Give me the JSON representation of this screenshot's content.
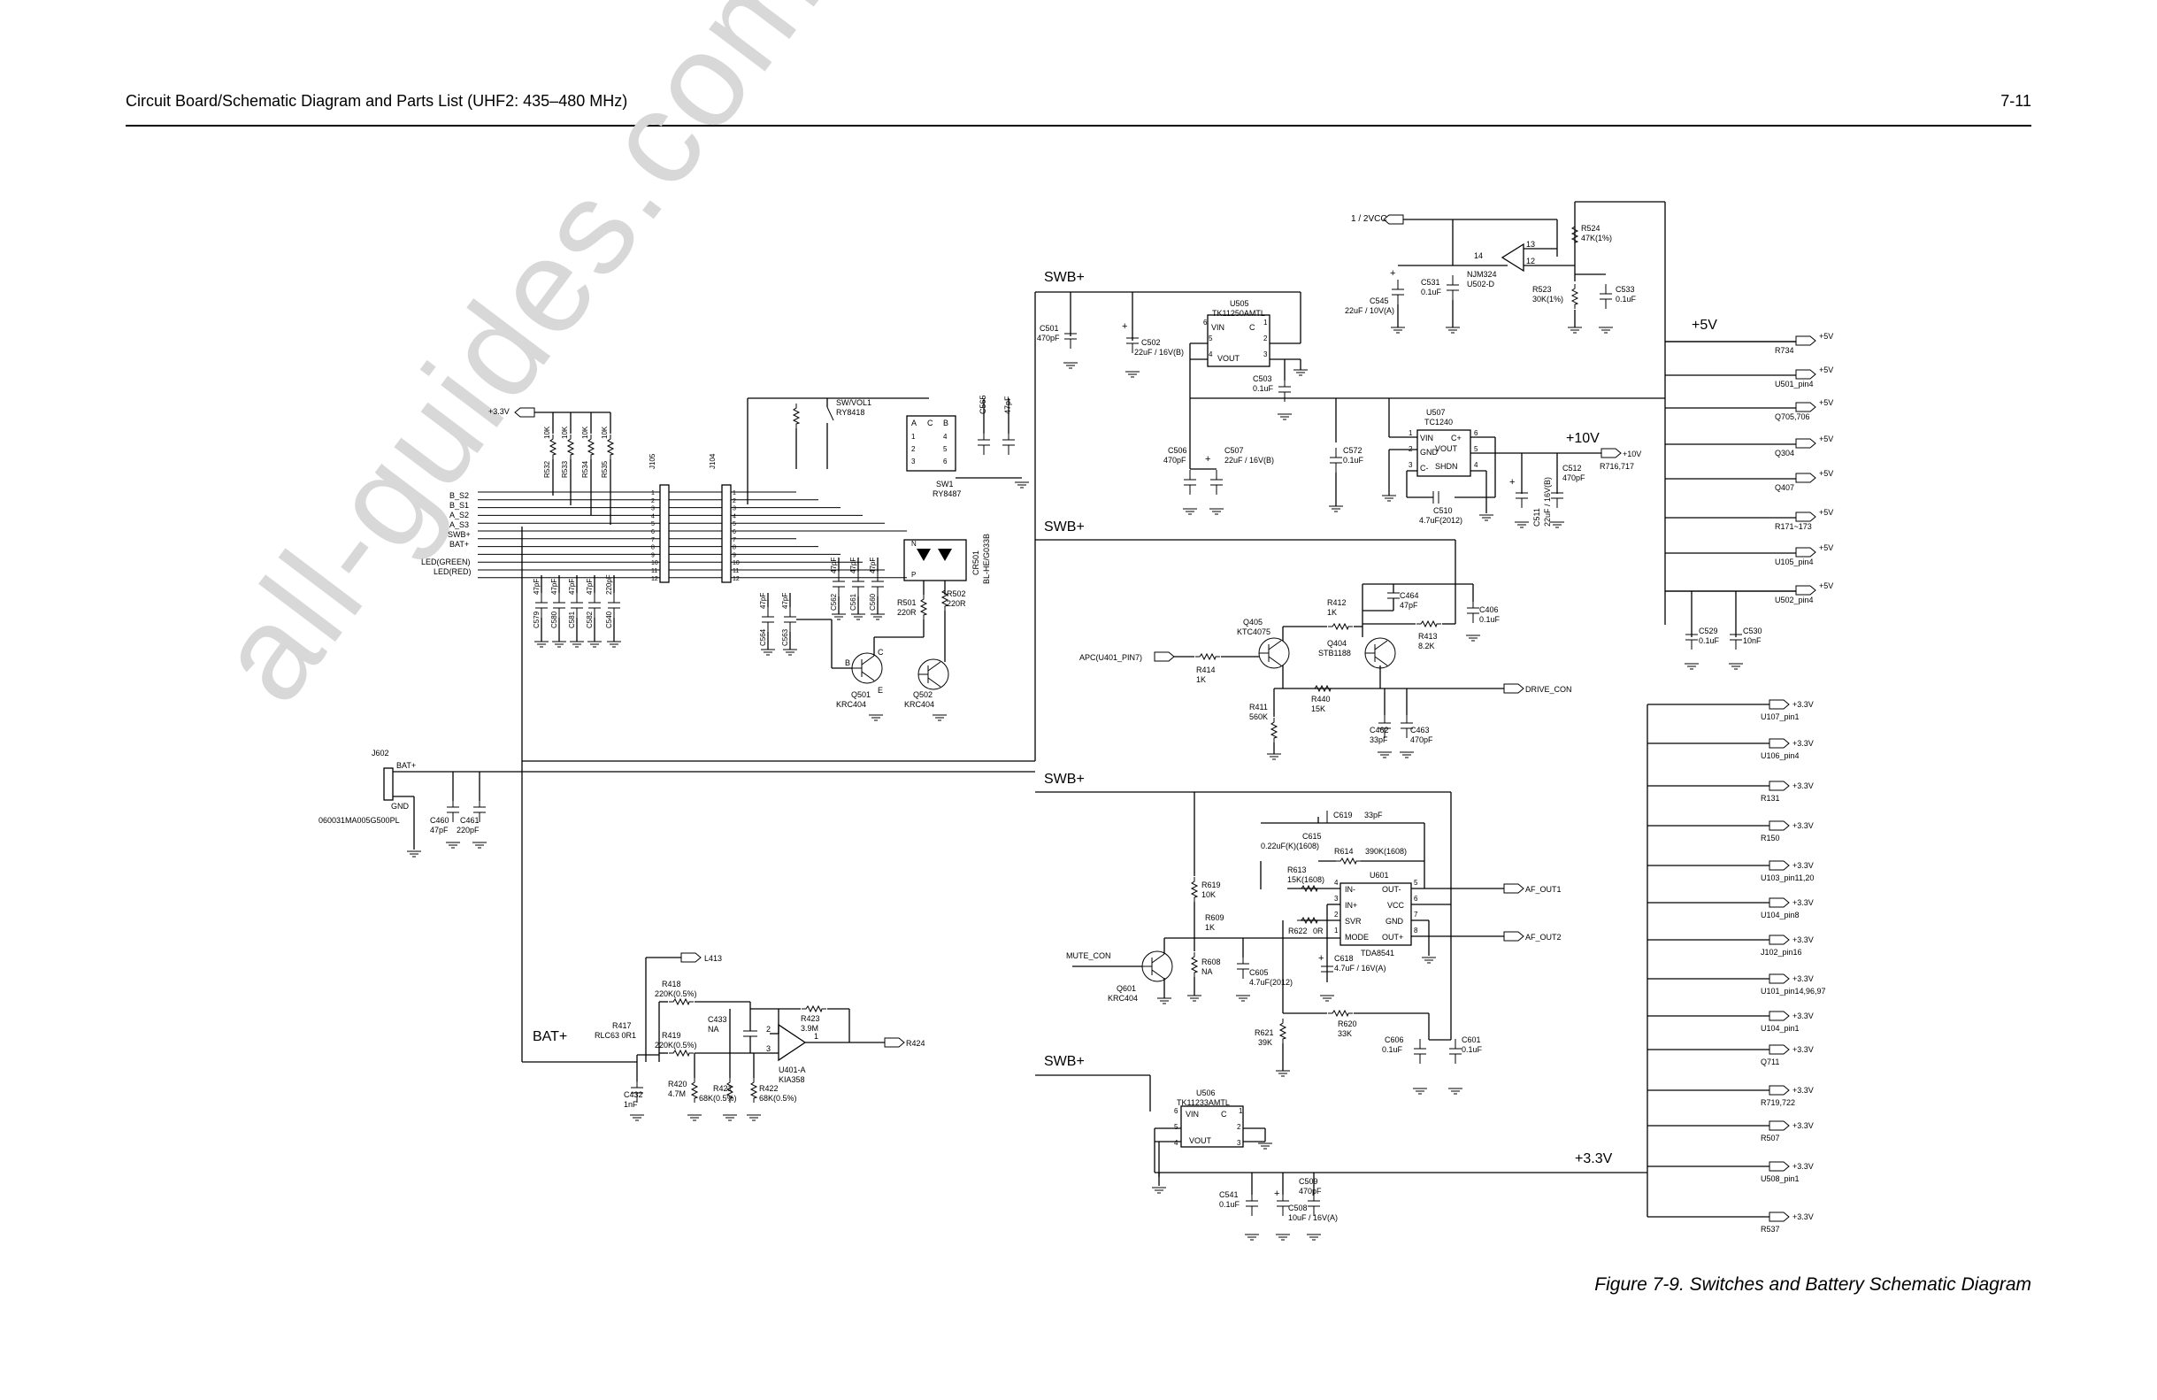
{
  "header": {
    "title": "Circuit Board/Schematic Diagram and Parts List (UHF2: 435–480 MHz)",
    "page_number": "7-11"
  },
  "caption": "Figure 7-9. Switches and Battery Schematic Diagram",
  "watermark": "all-guides.com",
  "rails": {
    "swb1": "SWB+",
    "swb2": "SWB+",
    "swb3": "SWB+",
    "swb4": "SWB+",
    "bat": "BAT+",
    "p5v": "+5V",
    "p10v": "+10V",
    "p33v": "+3.3V"
  },
  "ports_5v": [
    {
      "sig": "+5V",
      "dest": "R734"
    },
    {
      "sig": "+5V",
      "dest": "U501_pin4"
    },
    {
      "sig": "+5V",
      "dest": "Q705,706"
    },
    {
      "sig": "+5V",
      "dest": "Q304"
    },
    {
      "sig": "+5V",
      "dest": "Q407"
    },
    {
      "sig": "+5V",
      "dest": "R171~173"
    },
    {
      "sig": "+5V",
      "dest": "U105_pin4"
    },
    {
      "sig": "+5V",
      "dest": "U502_pin4"
    }
  ],
  "ports_33v": [
    {
      "sig": "+3.3V",
      "dest": "U107_pin1"
    },
    {
      "sig": "+3.3V",
      "dest": "U106_pin4"
    },
    {
      "sig": "+3.3V",
      "dest": "R131"
    },
    {
      "sig": "+3.3V",
      "dest": "R150"
    },
    {
      "sig": "+3.3V",
      "dest": "U103_pin11,20"
    },
    {
      "sig": "+3.3V",
      "dest": "U104_pin8"
    },
    {
      "sig": "+3.3V",
      "dest": "J102_pin16"
    },
    {
      "sig": "+3.3V",
      "dest": "U101_pin14,96,97"
    },
    {
      "sig": "+3.3V",
      "dest": "U104_pin1"
    },
    {
      "sig": "+3.3V",
      "dest": "Q711"
    },
    {
      "sig": "+3.3V",
      "dest": "R719,722"
    },
    {
      "sig": "+3.3V",
      "dest": "R507"
    },
    {
      "sig": "+3.3V",
      "dest": "U508_pin1"
    },
    {
      "sig": "+3.3V",
      "dest": "R537"
    }
  ],
  "signals": {
    "half_vcc": "1 / 2VCC",
    "p10v_port": "+10V",
    "r716": "R716,717",
    "drive_con": "DRIVE_CON",
    "apc": "APC(U401_PIN7)",
    "af_out1": "AF_OUT1",
    "af_out2": "AF_OUT2",
    "mute_con": "MUTE_CON",
    "l413": "L413",
    "r424": "R424",
    "p33_left": "+3.3V",
    "b_s2": "B_S2",
    "b_s1": "B_S1",
    "a_s2": "A_S2",
    "a_s3": "A_S3",
    "swb_in": "SWB+",
    "bat_in": "BAT+",
    "led_green": "LED(GREEN)",
    "led_red": "LED(RED)"
  },
  "components": {
    "u505": {
      "ref": "U505",
      "part": "TK11250AMTL",
      "vin": "VIN",
      "c": "C",
      "vout": "VOUT",
      "p6": "6",
      "p1": "1",
      "p5": "5",
      "p4": "4",
      "p2": "2",
      "p3": "3"
    },
    "u506": {
      "ref": "U506",
      "part": "TK11233AMTL",
      "vin": "VIN",
      "c": "C",
      "vout": "VOUT",
      "p6": "6",
      "p1": "1",
      "p5": "5",
      "p4": "4",
      "p2": "2",
      "p3": "3"
    },
    "u507": {
      "ref": "U507",
      "part": "TC1240",
      "vin": "VIN",
      "cplus": "C+",
      "gnd": "GND",
      "vout": "VOUT",
      "cminus": "C-",
      "shdn": "SHDN",
      "p1": "1",
      "p2": "2",
      "p3": "3",
      "p4": "4",
      "p5": "5",
      "p6": "6"
    },
    "u601": {
      "ref": "U601",
      "part": "TDA8541",
      "inm": "IN-",
      "inp": "IN+",
      "svr": "SVR",
      "mode": "MODE",
      "outm": "OUT-",
      "vcc": "VCC",
      "gnd": "GND",
      "outp": "OUT+",
      "p1": "1",
      "p2": "2",
      "p3": "3",
      "p4": "4",
      "p5": "5",
      "p6": "6",
      "p7": "7",
      "p8": "8"
    },
    "u502": {
      "ref": "NJM324",
      "part": "U502-D",
      "p14": "14",
      "p13": "13",
      "p12": "12"
    },
    "u401": {
      "ref": "U401-A",
      "part": "KIA358",
      "p1": "1",
      "p2": "2",
      "p3": "3"
    },
    "j105": "J105",
    "j104": "J104",
    "j602": "J602",
    "j602_bat": "BAT+",
    "j602_gnd": "GND",
    "j602_part": "060031MA005G500PL",
    "sw1": {
      "ref": "SW1",
      "part": "RY8487",
      "a": "A",
      "c": "C",
      "b": "B",
      "n1": "1",
      "n2": "2",
      "n3": "3",
      "n4": "4",
      "n5": "5",
      "n6": "6"
    },
    "swvol": {
      "ref": "SW/VOL1",
      "part": "RY8418"
    },
    "cr501": {
      "ref": "CR501",
      "part": "BL-HE/G033B",
      "n": "N",
      "p": "P"
    },
    "r524": {
      "ref": "R524",
      "val": "47K(1%)"
    },
    "r523": {
      "ref": "R523",
      "val": "30K(1%)"
    },
    "c531": {
      "ref": "C531",
      "val": "0.1uF"
    },
    "c533": {
      "ref": "C533",
      "val": "0.1uF"
    },
    "c545": {
      "ref": "C545",
      "val": "22uF / 10V(A)"
    },
    "c501": {
      "ref": "C501",
      "val": "470pF"
    },
    "c502": {
      "ref": "C502",
      "val": "22uF / 16V(B)"
    },
    "c503": {
      "ref": "C503",
      "val": "0.1uF"
    },
    "c506": {
      "ref": "C506",
      "val": "470pF"
    },
    "c507": {
      "ref": "C507",
      "val": "22uF / 16V(B)"
    },
    "c572": {
      "ref": "C572",
      "val": "0.1uF"
    },
    "c510": {
      "ref": "C510",
      "val": "4.7uF(2012)"
    },
    "c511": {
      "ref": "C511",
      "val": "22uF / 16V(B)"
    },
    "c512": {
      "ref": "C512",
      "val": "470pF"
    },
    "c529": {
      "ref": "C529",
      "val": "0.1uF"
    },
    "c530": {
      "ref": "C530",
      "val": "10nF"
    },
    "q405": {
      "ref": "Q405",
      "part": "KTC4075"
    },
    "q404": {
      "ref": "Q404",
      "part": "STB1188"
    },
    "r412": {
      "ref": "R412",
      "val": "1K"
    },
    "r413": {
      "ref": "R413",
      "val": "8.2K"
    },
    "c464": {
      "ref": "C464",
      "val": "47pF"
    },
    "c406": {
      "ref": "C406",
      "val": "0.1uF"
    },
    "r414": {
      "ref": "R414",
      "val": "1K"
    },
    "r411": {
      "ref": "R411",
      "val": "560K"
    },
    "r440": {
      "ref": "R440",
      "val": "15K"
    },
    "c462": {
      "ref": "C462",
      "val": "33pF"
    },
    "c463": {
      "ref": "C463",
      "val": "470pF"
    },
    "r532": {
      "ref": "R532",
      "val": "10K"
    },
    "r533": {
      "ref": "R533",
      "val": "10K"
    },
    "r534": {
      "ref": "R534",
      "val": "10K"
    },
    "r535": {
      "ref": "R535",
      "val": "10K"
    },
    "c579": {
      "ref": "C579",
      "val": "47pF"
    },
    "c580": {
      "ref": "C580",
      "val": "47pF"
    },
    "c581": {
      "ref": "C581",
      "val": "47pF"
    },
    "c582": {
      "ref": "C582",
      "val": "47pF"
    },
    "c540": {
      "ref": "C540",
      "val": "220pF"
    },
    "c564": {
      "ref": "C564",
      "val": "47pF"
    },
    "c563": {
      "ref": "C563",
      "val": "47pF"
    },
    "c562": {
      "ref": "C562",
      "val": "47pF"
    },
    "c561": {
      "ref": "C561",
      "val": "47pF"
    },
    "c560": {
      "ref": "C560",
      "val": "47pF"
    },
    "c565": {
      "ref": "C565",
      "val": "47pF"
    },
    "c566": {
      "ref": "C566",
      "val": "47pF"
    },
    "r501": {
      "ref": "R501",
      "val": "220R"
    },
    "r502": {
      "ref": "R502",
      "val": "220R"
    },
    "q501": {
      "ref": "Q501",
      "part": "KRC404",
      "b": "B",
      "c": "C",
      "e": "E"
    },
    "q502": {
      "ref": "Q502",
      "part": "KRC404"
    },
    "c460": {
      "ref": "C460",
      "val": "47pF"
    },
    "c461": {
      "ref": "C461",
      "val": "220pF"
    },
    "c619": {
      "ref": "C619",
      "val": "33pF"
    },
    "c615": {
      "ref": "C615",
      "val": "0.22uF(K)(1608)"
    },
    "r614": {
      "ref": "R614",
      "val": "390K(1608)"
    },
    "r613": {
      "ref": "R613",
      "val": "15K(1608)"
    },
    "r619": {
      "ref": "R619",
      "val": "10K"
    },
    "r609": {
      "ref": "R609",
      "val": "1K"
    },
    "r622": {
      "ref": "R622",
      "val": "0R"
    },
    "c618": {
      "ref": "C618",
      "val": "4.7uF / 16V(A)"
    },
    "r608": {
      "ref": "R608",
      "val": "NA"
    },
    "c605": {
      "ref": "C605",
      "val": "4.7uF(2012)"
    },
    "q601": {
      "ref": "Q601",
      "part": "KRC404"
    },
    "r621": {
      "ref": "R621",
      "val": "39K"
    },
    "r620": {
      "ref": "R620",
      "val": "33K"
    },
    "c606": {
      "ref": "C606",
      "val": "0.1uF"
    },
    "c601": {
      "ref": "C601",
      "val": "0.1uF"
    },
    "r418": {
      "ref": "R418",
      "val": "220K(0.5%)"
    },
    "r417": {
      "ref": "R417",
      "val": "RLC63 0R1"
    },
    "r419": {
      "ref": "R419",
      "val": "220K(0.5%)"
    },
    "c433": {
      "ref": "C433",
      "val": "NA"
    },
    "r423": {
      "ref": "R423",
      "val": "3.9M"
    },
    "c432": {
      "ref": "C432",
      "val": "1nF"
    },
    "r420": {
      "ref": "R420",
      "val": "4.7M"
    },
    "r421": {
      "ref": "R421",
      "val": "68K(0.5%)"
    },
    "r422": {
      "ref": "R422",
      "val": "68K(0.5%)"
    },
    "c541": {
      "ref": "C541",
      "val": "0.1uF"
    },
    "c509": {
      "ref": "C509",
      "val": "470pF"
    },
    "c508": {
      "ref": "C508",
      "val": "10uF / 16V(A)"
    },
    "plus": "+",
    "pins_12": [
      "1",
      "2",
      "3",
      "4",
      "5",
      "6",
      "7",
      "8",
      "9",
      "10",
      "11",
      "12"
    ]
  }
}
